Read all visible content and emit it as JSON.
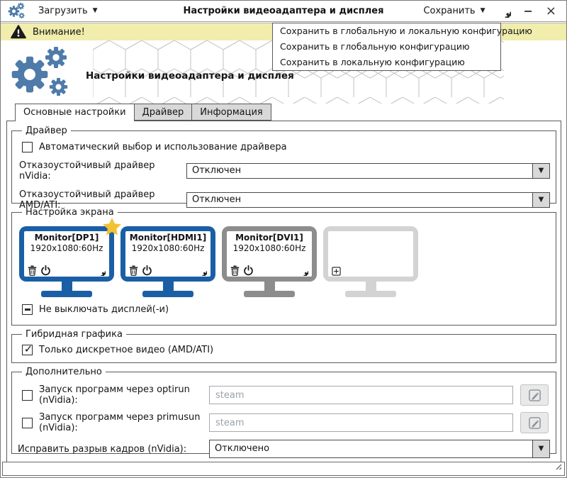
{
  "icons": {
    "dropdown_arrow": "▼",
    "minimize_glyph": "−",
    "close_glyph": "×"
  },
  "titlebar": {
    "load_label": "Загрузить",
    "title": "Настройки видеоадаптера и дисплея",
    "save_label": "Сохранить"
  },
  "warning_bar": {
    "text": "Внимание!"
  },
  "save_menu": {
    "items": [
      "Сохранить в глобальную и локальную конфигурацию",
      "Сохранить в глобальную конфигурацию",
      "Сохранить в локальную конфигурацию"
    ]
  },
  "header": {
    "title": "Настройки видеоадаптера и дисплея"
  },
  "tabs": {
    "main": "Основные настройки",
    "driver": "Драйвер",
    "info": "Информация"
  },
  "driver_group": {
    "title": "Драйвер",
    "auto_driver_label": "Автоматический выбор и использование драйвера",
    "nvidia_failsafe_label": "Отказоустойчивый драйвер nVidia:",
    "nvidia_failsafe_value": "Отключен",
    "amd_failsafe_label": "Отказоустойчивый драйвер AMD/ATI:",
    "amd_failsafe_value": "Отключен"
  },
  "screen_group": {
    "title": "Настройка экрана",
    "monitors": [
      {
        "name": "Monitor[DP1]",
        "mode": "1920x1080:60Hz",
        "state": "primary"
      },
      {
        "name": "Monitor[HDMI1]",
        "mode": "1920x1080:60Hz",
        "state": "active"
      },
      {
        "name": "Monitor[DVI1]",
        "mode": "1920x1080:60Hz",
        "state": "inactive"
      }
    ],
    "keep_on_label": "Не выключать дисплей(-и)"
  },
  "hybrid_group": {
    "title": "Гибридная графика",
    "discrete_only_label": "Только дискретное видео (AMD/ATI)"
  },
  "extra_group": {
    "title": "Дополнительно",
    "optirun_label": "Запуск программ через optirun (nVidia):",
    "optirun_placeholder": "steam",
    "primusun_label": "Запуск программ через primusun (nVidia):",
    "primusun_placeholder": "steam",
    "tearing_label": "Исправить разрыв кадров (nVidia):",
    "tearing_value": "Отключено"
  },
  "colors": {
    "accent_blue": "#1a5fa6",
    "steel_blue": "#4e7ba9",
    "warning_bg": "#f0edad",
    "star_gold": "#f1c232",
    "inactive_gray": "#8d8d8d",
    "empty_gray": "#d3d3d3"
  }
}
